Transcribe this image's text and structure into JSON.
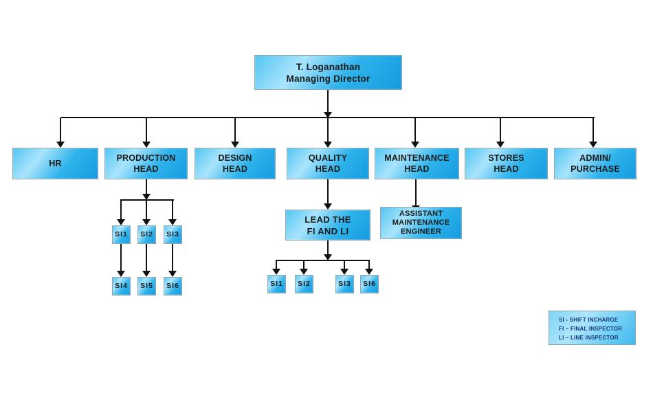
{
  "diagram": {
    "type": "org-chart",
    "nodes": [
      {
        "id": "md",
        "label_lines": [
          "T. Loganathan",
          "Managing Director"
        ]
      },
      {
        "id": "hr",
        "label_lines": [
          "HR"
        ]
      },
      {
        "id": "production",
        "label_lines": [
          "PRODUCTION",
          "HEAD"
        ]
      },
      {
        "id": "design",
        "label_lines": [
          "DESIGN",
          "HEAD"
        ]
      },
      {
        "id": "quality",
        "label_lines": [
          "QUALITY",
          "HEAD"
        ]
      },
      {
        "id": "maintenance",
        "label_lines": [
          "MAINTENANCE",
          "HEAD"
        ]
      },
      {
        "id": "stores",
        "label_lines": [
          "STORES",
          "HEAD"
        ]
      },
      {
        "id": "admin",
        "label_lines": [
          "ADMIN/",
          "PURCHASE"
        ]
      },
      {
        "id": "prod_si1",
        "label_lines": [
          "SI1"
        ]
      },
      {
        "id": "prod_si2",
        "label_lines": [
          "SI2"
        ]
      },
      {
        "id": "prod_si3",
        "label_lines": [
          "SI3"
        ]
      },
      {
        "id": "prod_si4",
        "label_lines": [
          "SI4"
        ]
      },
      {
        "id": "prod_si5",
        "label_lines": [
          "SI5"
        ]
      },
      {
        "id": "prod_si6",
        "label_lines": [
          "SI6"
        ]
      },
      {
        "id": "lead_fi_li",
        "label_lines": [
          "LEAD THE",
          "FI AND LI"
        ]
      },
      {
        "id": "qual_si1",
        "label_lines": [
          "SI1"
        ]
      },
      {
        "id": "qual_si2",
        "label_lines": [
          "SI2"
        ]
      },
      {
        "id": "qual_si3",
        "label_lines": [
          "SI3"
        ]
      },
      {
        "id": "qual_si6",
        "label_lines": [
          "SI6"
        ]
      },
      {
        "id": "asst_maint",
        "label_lines": [
          "ASSISTANT",
          "MAINTENANCE",
          "ENGINEER"
        ]
      }
    ],
    "edges": [
      [
        "md",
        "hr"
      ],
      [
        "md",
        "production"
      ],
      [
        "md",
        "design"
      ],
      [
        "md",
        "quality"
      ],
      [
        "md",
        "maintenance"
      ],
      [
        "md",
        "stores"
      ],
      [
        "md",
        "admin"
      ],
      [
        "production",
        "prod_si1"
      ],
      [
        "production",
        "prod_si2"
      ],
      [
        "production",
        "prod_si3"
      ],
      [
        "prod_si1",
        "prod_si4"
      ],
      [
        "prod_si2",
        "prod_si5"
      ],
      [
        "prod_si3",
        "prod_si6"
      ],
      [
        "quality",
        "lead_fi_li"
      ],
      [
        "lead_fi_li",
        "qual_si1"
      ],
      [
        "lead_fi_li",
        "qual_si2"
      ],
      [
        "lead_fi_li",
        "qual_si3"
      ],
      [
        "lead_fi_li",
        "qual_si6"
      ],
      [
        "maintenance",
        "asst_maint"
      ]
    ]
  },
  "legend": {
    "items": [
      "SI - SHIFT INCHARGE",
      "FI – FINAL INSPECTOR",
      "LI – LINE INSPECTOR"
    ]
  },
  "colors": {
    "box_gradient_light": "#A9E4FC",
    "box_gradient_dark": "#149CE1",
    "connector": "#101010",
    "node_text": "#1A1A1A",
    "legend_text": "#16397A",
    "background": "#FFFFFF"
  }
}
